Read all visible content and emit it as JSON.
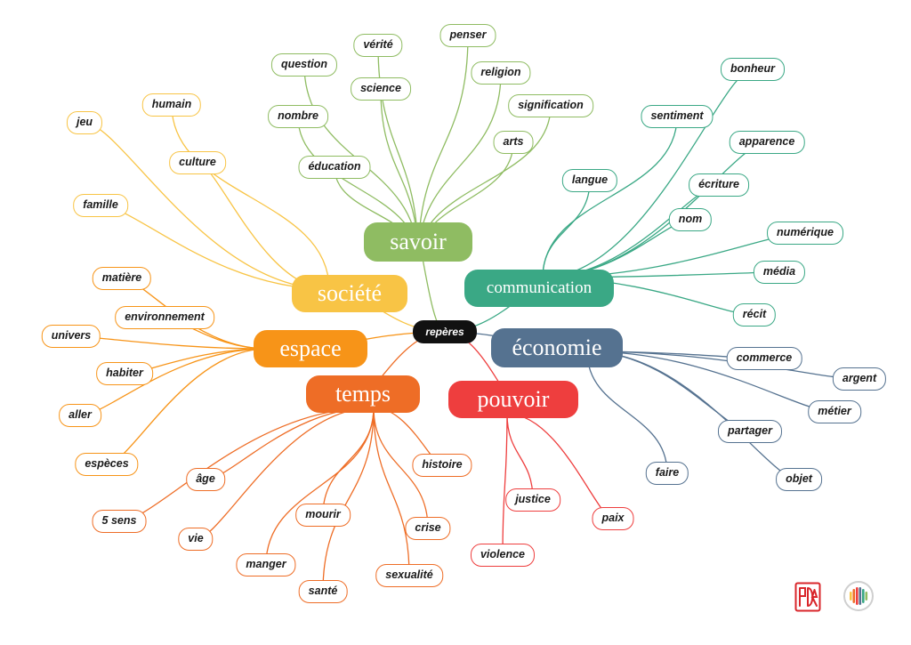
{
  "center": {
    "label": "repères"
  },
  "categories": [
    {
      "id": "savoir",
      "label": "savoir",
      "color": "#8fbc62",
      "leaves": [
        "question",
        "vérité",
        "penser",
        "religion",
        "science",
        "signification",
        "nombre",
        "arts",
        "éducation"
      ]
    },
    {
      "id": "communication",
      "label": "communication",
      "color": "#3aa885",
      "leaves": [
        "bonheur",
        "sentiment",
        "apparence",
        "langue",
        "écriture",
        "nom",
        "numérique",
        "média",
        "récit"
      ]
    },
    {
      "id": "societe",
      "label": "société",
      "color": "#f8c445",
      "leaves": [
        "humain",
        "jeu",
        "culture",
        "famille"
      ]
    },
    {
      "id": "espace",
      "label": "espace",
      "color": "#f79418",
      "leaves": [
        "matière",
        "environnement",
        "univers",
        "habiter",
        "aller",
        "espèces"
      ]
    },
    {
      "id": "temps",
      "label": "temps",
      "color": "#ee6d26",
      "leaves": [
        "âge",
        "5 sens",
        "vie",
        "mourir",
        "manger",
        "santé",
        "sexualité",
        "crise",
        "histoire"
      ]
    },
    {
      "id": "pouvoir",
      "label": "pouvoir",
      "color": "#ee3e3e",
      "leaves": [
        "justice",
        "paix",
        "violence"
      ]
    },
    {
      "id": "economie",
      "label": "économie",
      "color": "#557290",
      "leaves": [
        "commerce",
        "argent",
        "métier",
        "partager",
        "faire",
        "objet"
      ]
    }
  ],
  "logos": [
    {
      "name": "red-seal",
      "text": "PDA",
      "color": "#d9262b"
    },
    {
      "name": "color-bars",
      "colors": [
        "#f8c445",
        "#ee6d26",
        "#ee3e3e",
        "#557290",
        "#3aa885",
        "#8fbc62"
      ]
    }
  ]
}
